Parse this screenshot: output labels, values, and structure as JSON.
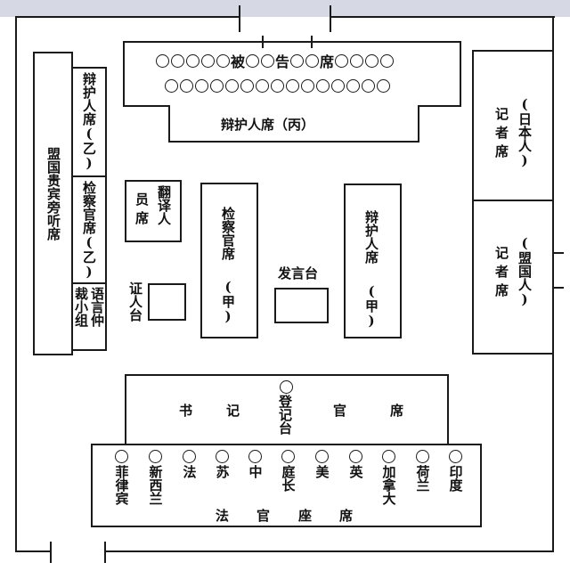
{
  "diagram": {
    "type": "courtroom-seating-plan",
    "defendants": {
      "label_chars": [
        "被",
        "告",
        "席"
      ],
      "row1_pattern": [
        5,
        "被",
        2,
        "告",
        2,
        "席",
        4
      ],
      "row2_seats": 15
    },
    "defense_c": {
      "label": "辩护人席（丙）"
    },
    "allied_guests": {
      "label": "盟国贵宾旁听席"
    },
    "defense_b": {
      "label": "辩护人席(乙)"
    },
    "prosecution_b": {
      "label": "检察官席(乙)"
    },
    "language_arbitration": {
      "col1": "裁小组",
      "col2": "语言仲"
    },
    "interpreters": {
      "col1": "员席",
      "col2": "翻译人"
    },
    "witness_stand": {
      "label": "证人台"
    },
    "prosecution_a": {
      "label": "检察官席",
      "suffix": "(甲)"
    },
    "lectern": {
      "label": "发言台"
    },
    "defense_a": {
      "label": "辩护人席",
      "suffix": "(甲)"
    },
    "press_japanese": {
      "label": "记者席",
      "qualifier": "(日本人)"
    },
    "press_allied": {
      "label": "记者席",
      "qualifier": "(盟国人)"
    },
    "clerks": {
      "label_chars": [
        "书",
        "记",
        "官",
        "席"
      ],
      "registry": "登记台"
    },
    "judges": {
      "label_chars": [
        "法",
        "官",
        "座",
        "席"
      ],
      "seats": [
        "菲律宾",
        "新西兰",
        "法",
        "苏",
        "中",
        "庭长",
        "美",
        "英",
        "加拿大",
        "荷兰",
        "印度"
      ]
    }
  }
}
